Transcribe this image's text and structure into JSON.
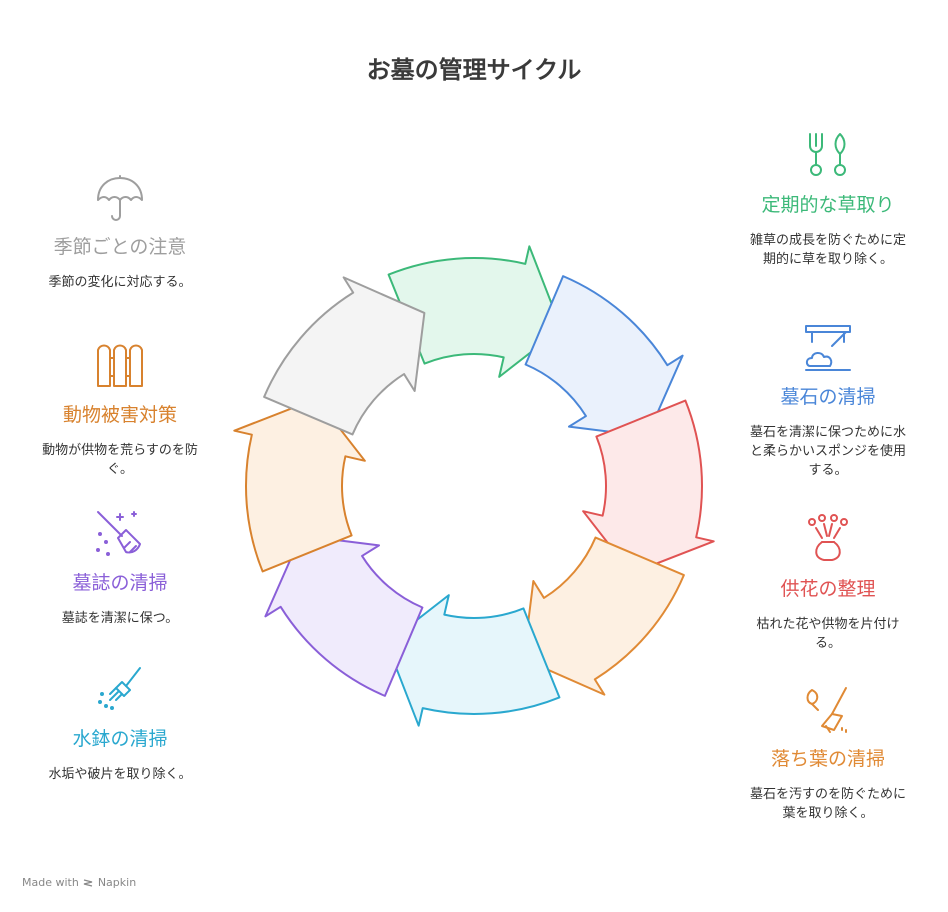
{
  "title": "お墓の管理サイクル",
  "footer": {
    "made_with": "Made with",
    "brand": "Napkin"
  },
  "steps": {
    "weeding": {
      "label": "定期的な草取り",
      "desc": "雑草の成長を防ぐために定期的に草を取り除く。",
      "color": "#3cb979",
      "icon": "gardening-tools-icon"
    },
    "stone": {
      "label": "墓石の清掃",
      "desc": "墓石を清潔に保つために水と柔らかいスポンジを使用する。",
      "color": "#4a86d8",
      "icon": "cleaning-icon"
    },
    "flowers": {
      "label": "供花の整理",
      "desc": "枯れた花や供物を片付ける。",
      "color": "#e05353",
      "icon": "flower-vase-icon"
    },
    "leaves": {
      "label": "落ち葉の清掃",
      "desc": "墓石を汚すのを防ぐために葉を取り除く。",
      "color": "#e08a35",
      "icon": "broom-leaf-icon"
    },
    "water": {
      "label": "水鉢の清掃",
      "desc": "水垢や破片を取り除く。",
      "color": "#2aa8cf",
      "icon": "brush-icon"
    },
    "epitaph": {
      "label": "墓誌の清掃",
      "desc": "墓誌を清潔に保つ。",
      "color": "#8a5fd8",
      "icon": "sparkle-broom-icon"
    },
    "animals": {
      "label": "動物被害対策",
      "desc": "動物が供物を荒らすのを防ぐ。",
      "color": "#d8822e",
      "icon": "fence-icon"
    },
    "seasonal": {
      "label": "季節ごとの注意",
      "desc": "季節の変化に対応する。",
      "color": "#9e9e9e",
      "icon": "umbrella-icon"
    }
  }
}
